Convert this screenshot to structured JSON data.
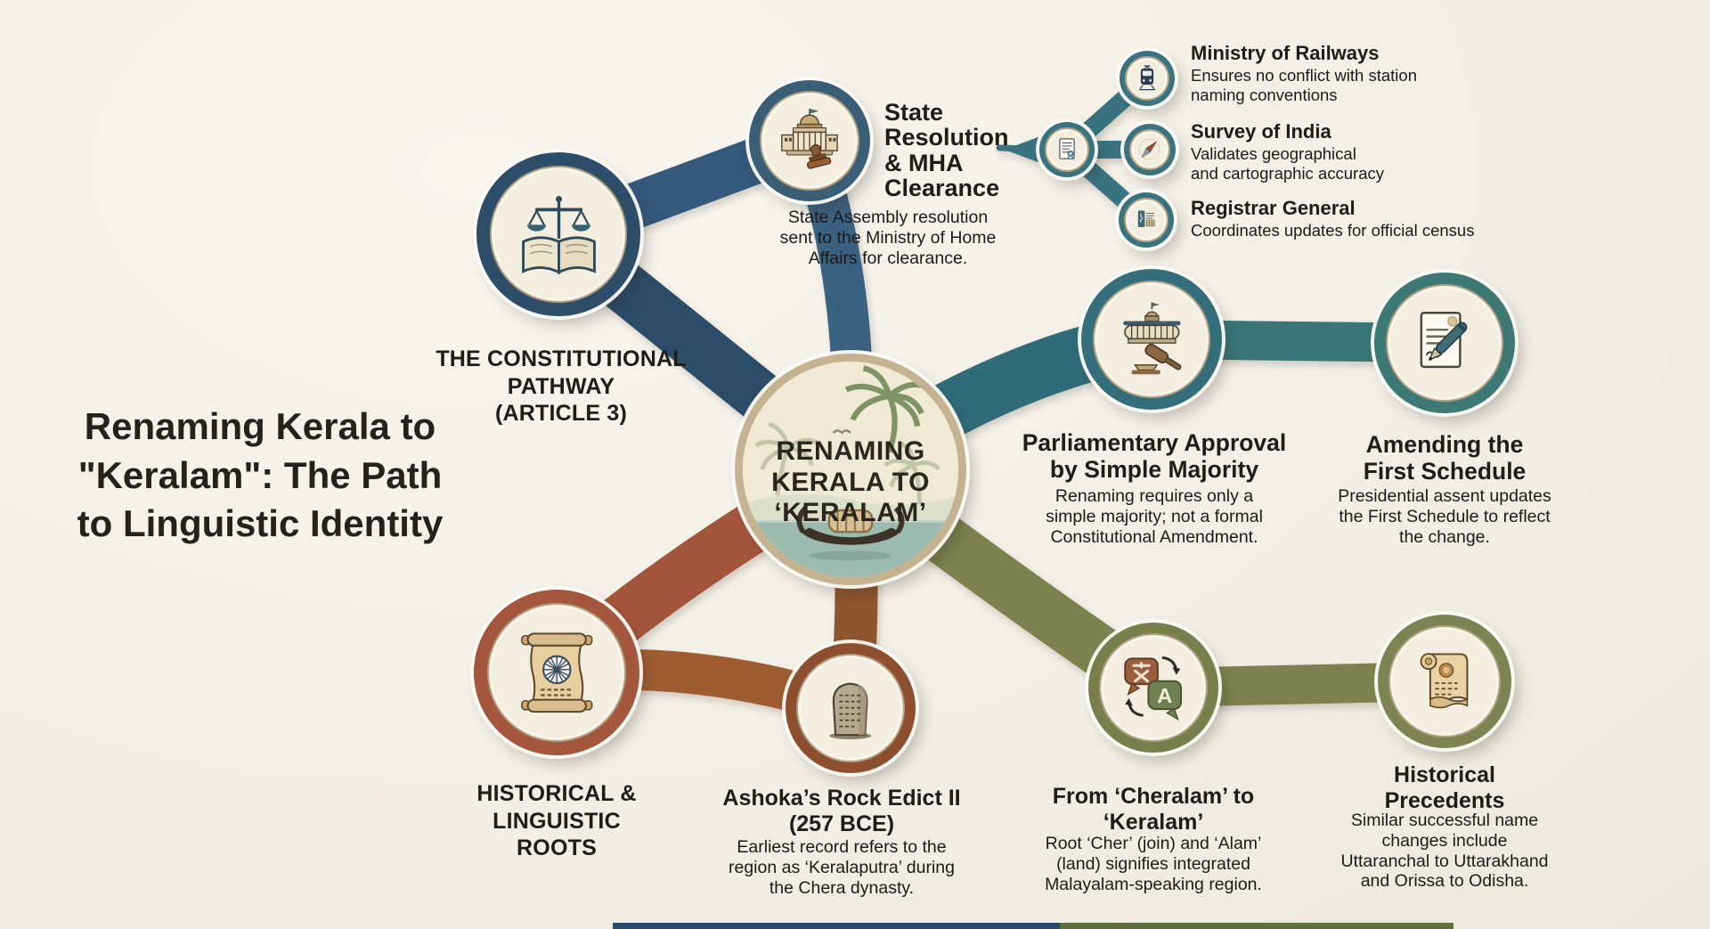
{
  "title": {
    "text": "Renaming Kerala to\n\"Keralam\": The Path\nto Linguistic Identity"
  },
  "center": {
    "label": "RENAMING\nKERALA TO\n‘KERALAM’",
    "icon": "kerala-backwaters-scene",
    "ring_color": "#c4b290"
  },
  "nodes": [
    {
      "id": "constitutional-pathway",
      "title": "THE CONSTITUTIONAL\nPATHWAY\n(ARTICLE 3)",
      "icon": "constitution-book-scales-icon",
      "color": "#2e4d68"
    },
    {
      "id": "state-resolution",
      "title": "State\nResolution\n& MHA\nClearance",
      "desc": "State Assembly resolution\nsent to the Ministry of Home\nAffairs for clearance.",
      "icon": "government-building-stamp-icon",
      "color": "#3b5e77"
    },
    {
      "id": "parliamentary-approval",
      "title": "Parliamentary Approval\nby Simple Majority",
      "desc": "Renaming requires only a\nsimple majority; not a formal\nConstitutional Amendment.",
      "icon": "parliament-gavel-icon",
      "color": "#356e7b"
    },
    {
      "id": "amending-first-schedule",
      "title": "Amending the\nFirst Schedule",
      "desc": "Presidential assent updates\nthe First Schedule to reflect\nthe change.",
      "icon": "document-pen-icon",
      "color": "#3d7a76"
    },
    {
      "id": "historical-roots",
      "title": "HISTORICAL &\nLINGUISTIC\nROOTS",
      "icon": "ashoka-scroll-chakra-icon",
      "color": "#a5573e"
    },
    {
      "id": "rock-edict",
      "title": "Ashoka’s Rock Edict II\n(257 BCE)",
      "desc": "Earliest record refers to the\nregion as ‘Keralaputra’ during\nthe Chera dynasty.",
      "icon": "rock-edict-stone-icon",
      "color": "#8d4f2d"
    },
    {
      "id": "cheralam-keralam",
      "title": "From ‘Cheralam’ to\n‘Keralam’",
      "desc": "Root ‘Cher’ (join) and ‘Alam’\n(land) signifies integrated\nMalayalam-speaking region.",
      "icon": "translate-bubbles-icon",
      "color": "#77804d"
    },
    {
      "id": "historical-precedents",
      "title": "Historical\nPrecedents",
      "desc": "Similar successful name\nchanges include\nUttaranchal to Uttarakhand\nand Orissa to Odisha.",
      "icon": "scroll-seal-icon",
      "color": "#7d8454"
    }
  ],
  "agencies": {
    "hub_icon": "document-seal-icon",
    "hub_color": "#3a7380",
    "items": [
      {
        "title": "Ministry of Railways",
        "desc": "Ensures no conflict with station\nnaming conventions",
        "icon": "train-icon"
      },
      {
        "title": "Survey of India",
        "desc": "Validates geographical\nand cartographic accuracy",
        "icon": "compass-icon"
      },
      {
        "title": "Registrar General",
        "desc": "Coordinates updates for official census",
        "icon": "census-ledger-icon"
      }
    ]
  },
  "palette": {
    "background": "#f2efe6",
    "navy_branch": "#2e4d68",
    "teal_branch": "#356e7b",
    "sienna_branch": "#a5573e",
    "brown_branch": "#8d4f2d",
    "olive_branch": "#77804d",
    "text": "#24201a",
    "ring_inner": "#f3eee0",
    "ring_border": "#b2a183",
    "footer_blue": "#27496b",
    "footer_green": "#5d6f3f"
  }
}
